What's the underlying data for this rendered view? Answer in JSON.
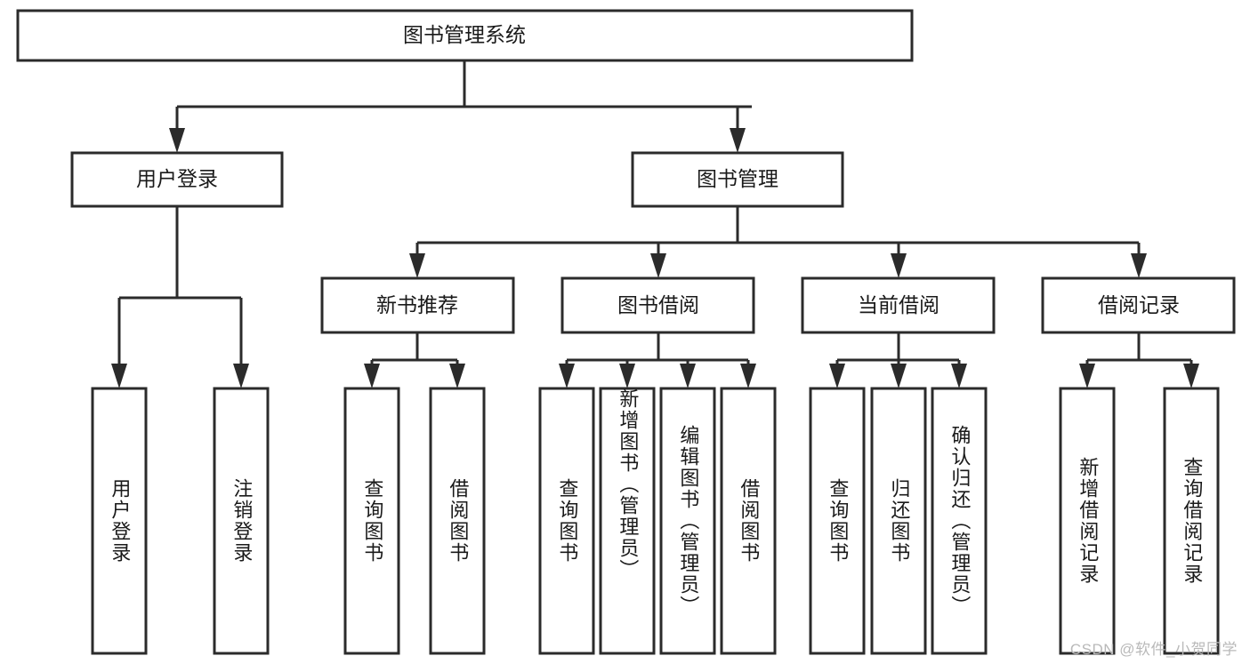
{
  "diagram": {
    "title": "图书管理系统",
    "type": "hierarchy-tree",
    "root": {
      "label": "图书管理系统",
      "orientation": "horizontal"
    },
    "level2": [
      {
        "label": "用户登录",
        "orientation": "horizontal"
      },
      {
        "label": "图书管理",
        "orientation": "horizontal"
      }
    ],
    "level3": [
      {
        "label": "新书推荐",
        "orientation": "horizontal"
      },
      {
        "label": "图书借阅",
        "orientation": "horizontal"
      },
      {
        "label": "当前借阅",
        "orientation": "horizontal"
      },
      {
        "label": "借阅记录",
        "orientation": "horizontal"
      }
    ],
    "leaves": {
      "user_login": [
        {
          "label": "用户登录",
          "orientation": "vertical"
        },
        {
          "label": "注销登录",
          "orientation": "vertical"
        }
      ],
      "new_book_recommend": [
        {
          "label": "查询图书",
          "orientation": "vertical"
        },
        {
          "label": "借阅图书",
          "orientation": "vertical"
        }
      ],
      "book_borrow": [
        {
          "label": "查询图书",
          "orientation": "vertical"
        },
        {
          "label": "新增图书（管理员）",
          "orientation": "vertical"
        },
        {
          "label": "编辑图书（管理员）",
          "orientation": "vertical"
        },
        {
          "label": "借阅图书",
          "orientation": "vertical"
        }
      ],
      "current_borrow": [
        {
          "label": "查询图书",
          "orientation": "vertical"
        },
        {
          "label": "归还图书",
          "orientation": "vertical"
        },
        {
          "label": "确认归还（管理员）",
          "orientation": "vertical"
        }
      ],
      "borrow_record": [
        {
          "label": "新增借阅记录",
          "orientation": "vertical"
        },
        {
          "label": "查询借阅记录",
          "orientation": "vertical"
        }
      ]
    },
    "colors": {
      "box_stroke": "#2b2b2b",
      "box_fill": "#ffffff",
      "text": "#1a1a1a",
      "background": "#ffffff",
      "watermark": "#b9b9b9"
    }
  },
  "watermark": {
    "text": "CSDN @软件_小贺同学"
  }
}
